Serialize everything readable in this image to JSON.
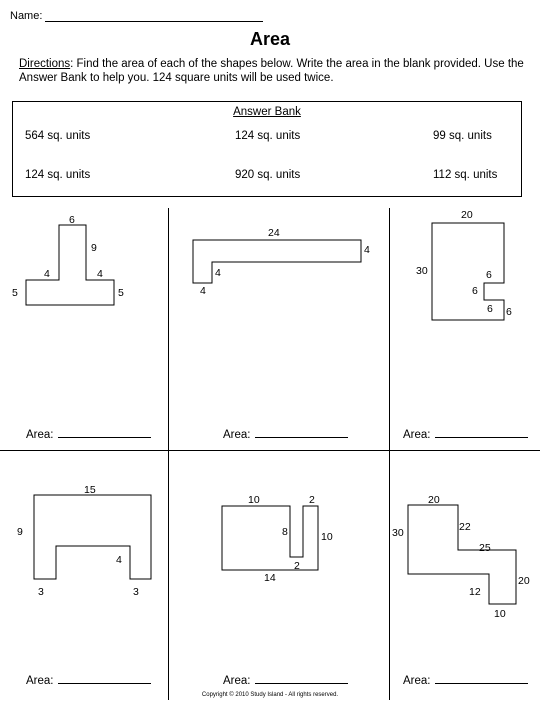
{
  "header": {
    "name_label": "Name:"
  },
  "title": "Area",
  "directions": {
    "label": "Directions",
    "text": ": Find the area of each of the shapes below. Write the area in the blank provided. Use the Answer Bank to help you. 124 square units will be used twice."
  },
  "answer_bank": {
    "title": "Answer Bank",
    "items": [
      "564 sq. units",
      "124 sq. units",
      "99 sq. units",
      "124 sq. units",
      "920 sq. units",
      "112 sq. units"
    ]
  },
  "area_label": "Area:",
  "shapes": {
    "s1": [
      "6",
      "9",
      "4",
      "4",
      "5",
      "5"
    ],
    "s2": [
      "24",
      "4",
      "4",
      "4"
    ],
    "s3": [
      "20",
      "30",
      "6",
      "6",
      "6",
      "6"
    ],
    "s4": [
      "15",
      "9",
      "4",
      "3",
      "3"
    ],
    "s5": [
      "10",
      "2",
      "8",
      "10",
      "2",
      "14"
    ],
    "s6": [
      "20",
      "30",
      "22",
      "25",
      "20",
      "12",
      "10"
    ]
  },
  "footer": {
    "copyright": "Copyright © 2010 Study Island - All rights reserved."
  }
}
